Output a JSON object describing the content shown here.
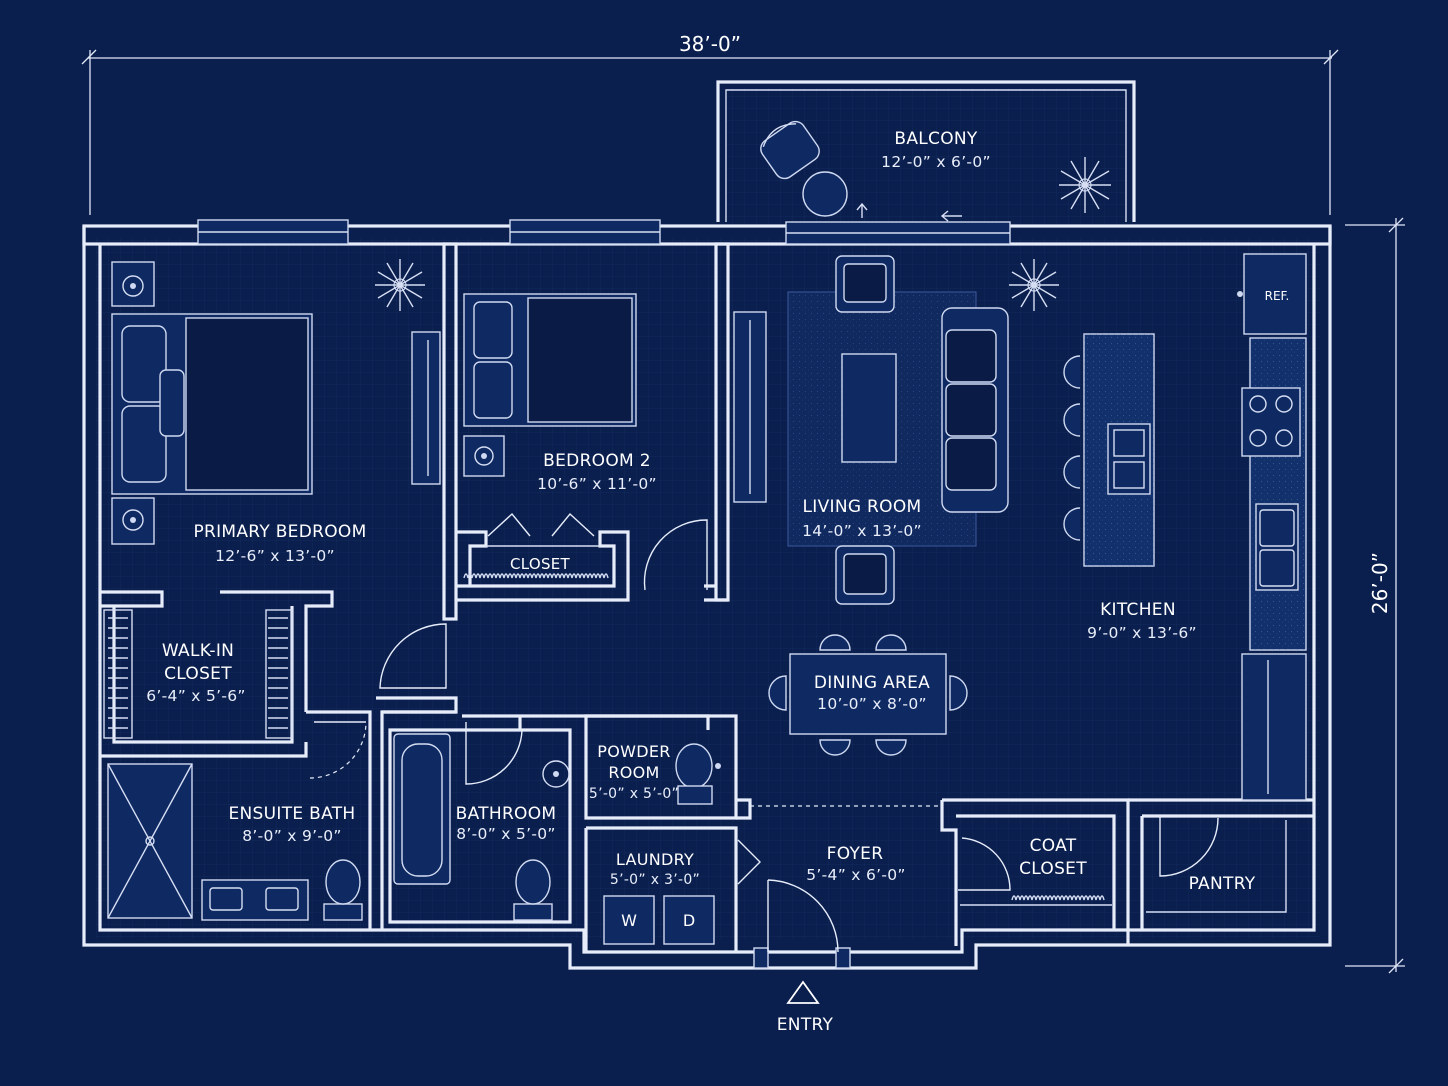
{
  "dimensions": {
    "width": "38’-0”",
    "depth": "26’-0”"
  },
  "rooms": {
    "balcony": {
      "name": "BALCONY",
      "size": "12’-0” x 6’-0”"
    },
    "primary_bedroom": {
      "name": "PRIMARY BEDROOM",
      "size": "12’-6” x 13’-0”"
    },
    "bedroom2": {
      "name": "BEDROOM 2",
      "size": "10’-6” x 11’-0”"
    },
    "closet": {
      "name": "CLOSET"
    },
    "living_room": {
      "name": "LIVING ROOM",
      "size": "14’-0” x 13’-0”"
    },
    "kitchen": {
      "name": "KITCHEN",
      "size": "9’-0” x 13’-6”"
    },
    "walkin_closet": {
      "name_line1": "WALK-IN",
      "name_line2": "CLOSET",
      "size": "6’-4” x 5’-6”"
    },
    "dining_area": {
      "name": "DINING AREA",
      "size": "10’-0” x 8’-0”"
    },
    "ensuite_bath": {
      "name": "ENSUITE BATH",
      "size": "8’-0” x 9’-0”"
    },
    "bathroom": {
      "name": "BATHROOM",
      "size": "8’-0” x 5’-0”"
    },
    "powder_room": {
      "name_line1": "POWDER",
      "name_line2": "ROOM",
      "size": "5’-0” x 5’-0”"
    },
    "laundry": {
      "name": "LAUNDRY",
      "size": "5’-0” x 3’-0”"
    },
    "foyer": {
      "name": "FOYER",
      "size": "5’-4” x 6’-0”"
    },
    "coat_closet": {
      "name_line1": "COAT",
      "name_line2": "CLOSET"
    },
    "pantry": {
      "name": "PANTRY"
    }
  },
  "appliances": {
    "refrigerator": "REF.",
    "washer": "W",
    "dryer": "D"
  },
  "entry": {
    "label": "ENTRY"
  },
  "colors": {
    "background": "#0b1f4e",
    "lines": "#e6ecfa",
    "rug": "#10295f"
  }
}
